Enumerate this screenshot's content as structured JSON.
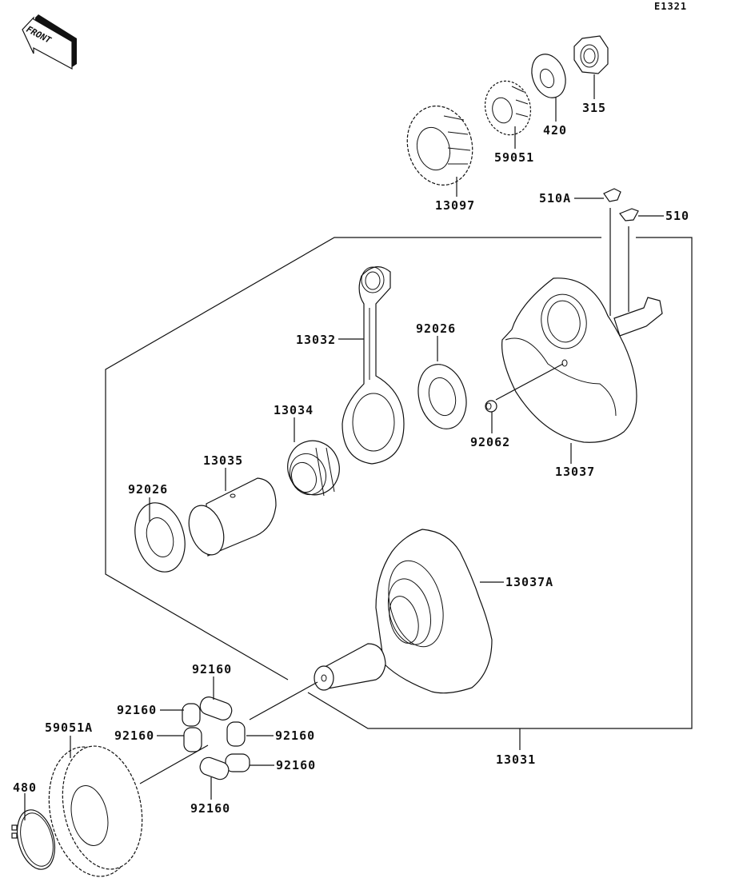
{
  "diagram": {
    "code": "E1321",
    "front_label": "FRONT",
    "colors": {
      "line": "#111111",
      "background": "#ffffff"
    },
    "callouts": {
      "p315": "315",
      "p420": "420",
      "p59051": "59051",
      "p13097": "13097",
      "p510A": "510A",
      "p510": "510",
      "p13032": "13032",
      "p92026_top": "92026",
      "p13034": "13034",
      "p13035": "13035",
      "p92026_left": "92026",
      "p92062": "92062",
      "p13037": "13037",
      "p13037A": "13037A",
      "p13031": "13031",
      "p92160_top": "92160",
      "p92160_upper_left": "92160",
      "p92160_left": "92160",
      "p92160_right": "92160",
      "p92160_lower_right": "92160",
      "p92160_bottom": "92160",
      "p59051A": "59051A",
      "p480": "480"
    }
  }
}
